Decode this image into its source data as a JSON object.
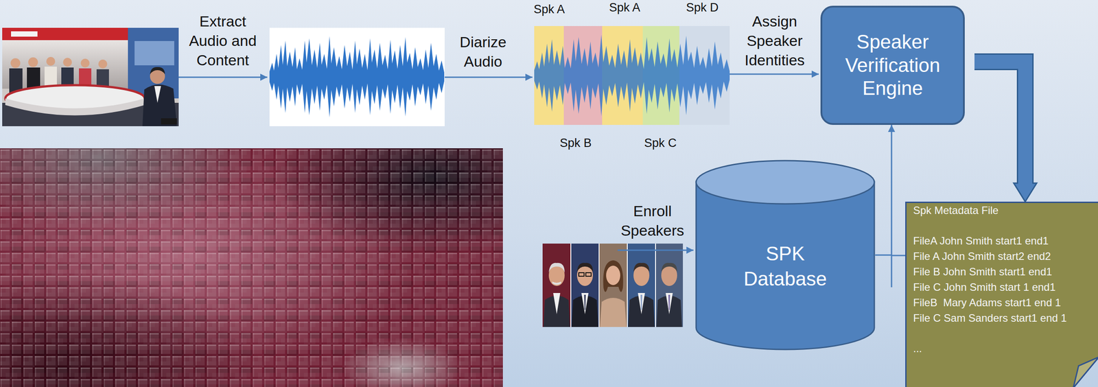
{
  "diagram": {
    "nodes": [
      {
        "text": [
          "Speaker Verification Engine"
        ]
      },
      {
        "text": [
          "SPK Database"
        ]
      },
      {
        "text": [
          "Spk Metadata File",
          "FileA John Smith start1 end1",
          "File A John Smith start2 end2",
          "File B John Smith start1 end1",
          "File C John Smith start 1 end1",
          "FileB  Mary Adams start1 end 1",
          "File C Sam Sanders start1 end 1",
          "..."
        ]
      }
    ],
    "edges": [
      {
        "from": 0,
        "to": 2,
        "arrow": "to"
      },
      {
        "from": 1,
        "to": 0,
        "arrow": "to"
      }
    ],
    "labels": [
      "Extract Audio and Content",
      "Diarize Audio",
      "Spk A",
      "Spk A",
      "Spk D",
      "Spk B",
      "Spk C",
      "Assign Speaker Identities",
      "Enroll Speakers"
    ]
  }
}
